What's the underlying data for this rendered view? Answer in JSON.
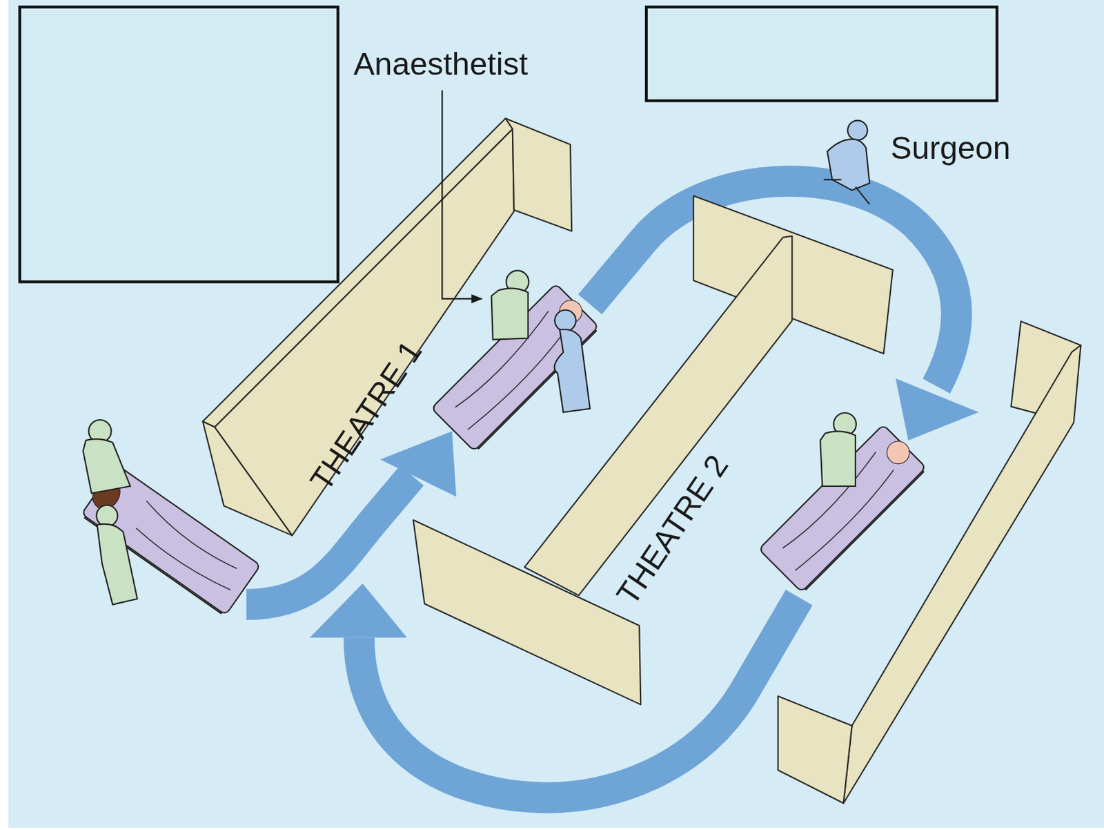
{
  "diagram": {
    "labels": [
      "Anaesthetist",
      "Surgeon",
      "THEATRE 1",
      "THEATRE 2"
    ]
  }
}
